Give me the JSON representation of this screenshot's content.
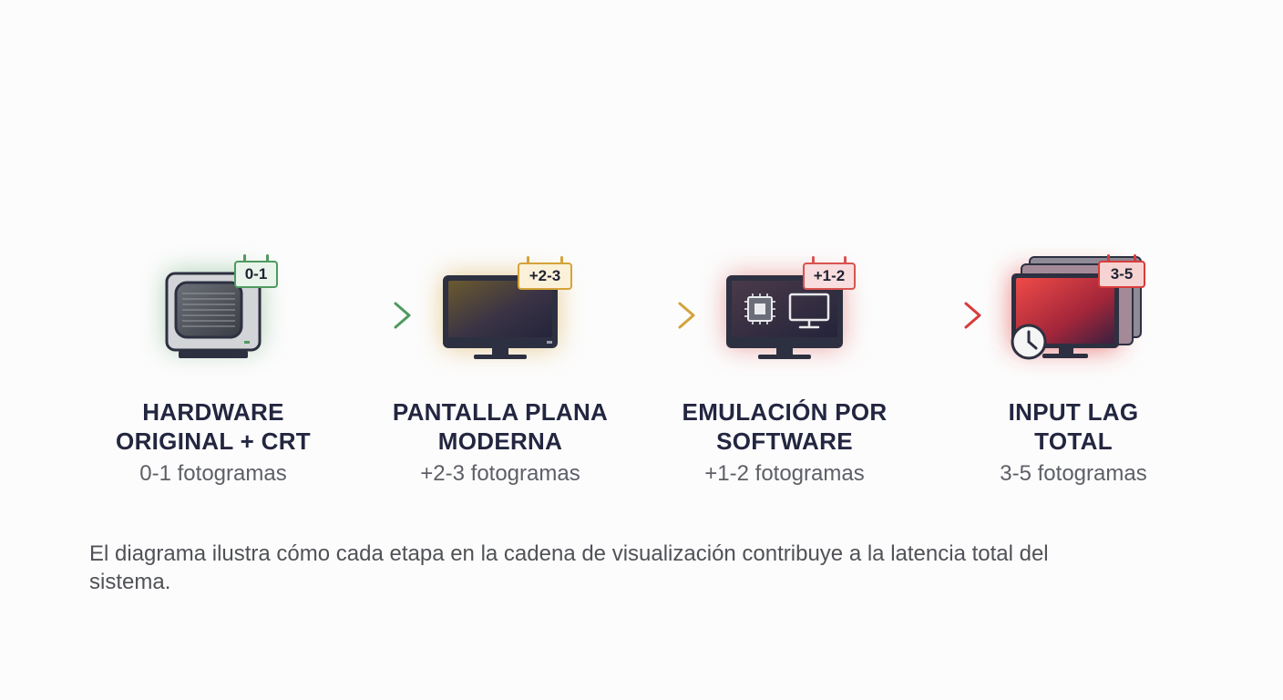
{
  "stages": [
    {
      "title_line1": "HARDWARE",
      "title_line2": "ORIGINAL + CRT",
      "subtitle": "0-1 fotogramas",
      "badge": "0-1",
      "icon": "crt-tv-icon",
      "color": "#4f9a5e",
      "badge_bg": "#e9f4ea"
    },
    {
      "title_line1": "PANTALLA PLANA",
      "title_line2": "MODERNA",
      "subtitle": "+2-3 fotogramas",
      "badge": "+2-3",
      "icon": "flat-monitor-icon",
      "color": "#d4a33a",
      "badge_bg": "#fbf1d9"
    },
    {
      "title_line1": "EMULACIÓN POR",
      "title_line2": "SOFTWARE",
      "subtitle": "+1-2 fotogramas",
      "badge": "+1-2",
      "icon": "emulation-monitor-icon",
      "color": "#d9534f",
      "badge_bg": "#f8dede"
    },
    {
      "title_line1": "INPUT LAG",
      "title_line2": "TOTAL",
      "subtitle": "3-5 fotogramas",
      "badge": "3-5",
      "icon": "stacked-monitors-clock-icon",
      "color": "#d93b3b",
      "badge_bg": "#f6d3d3"
    }
  ],
  "caption": "El diagrama ilustra cómo cada etapa en la cadena de visualización contribuye a la latencia total del sistema."
}
